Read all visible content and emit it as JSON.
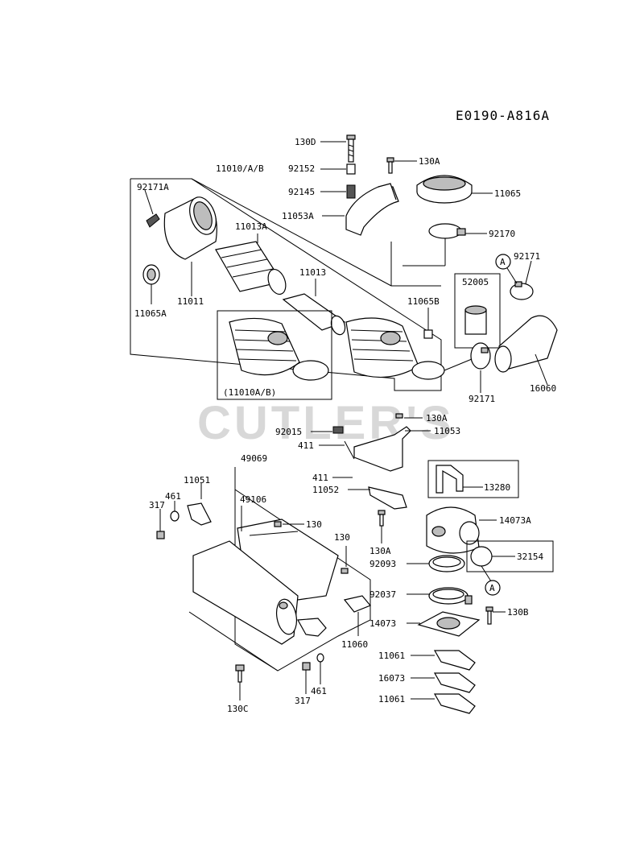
{
  "diagram_code": "E0190-A816A",
  "watermark": "CUTLER'S",
  "parts": {
    "p130D": "130D",
    "p92152": "92152",
    "p92145": "92145",
    "p130A_top": "130A",
    "p11065": "11065",
    "p11053A": "11053A",
    "p92170": "92170",
    "p11010AB": "11010/A/B",
    "p92171A": "92171A",
    "p11013A": "11013A",
    "p11013": "11013",
    "p11065A": "11065A",
    "p11011": "11011",
    "p11065B": "11065B",
    "p52005": "52005",
    "p92171_top": "92171",
    "callout_A_top": "A",
    "p16060": "16060",
    "p92171_mid": "92171",
    "inset_label": "(11010A/B)",
    "p130A_mid": "130A",
    "p11053": "11053",
    "p92015": "92015",
    "p411_a": "411",
    "p411_b": "411",
    "p11052": "11052",
    "p13280": "13280",
    "p130A_low": "130A",
    "p14073A": "14073A",
    "p49069": "49069",
    "p49106": "49106",
    "p11051": "11051",
    "p461_top": "461",
    "p317_top": "317",
    "p130_a": "130",
    "p130_b": "130",
    "p92093": "92093",
    "p32154": "32154",
    "callout_A_low": "A",
    "p92037": "92037",
    "p130B": "130B",
    "p14073": "14073",
    "p11060": "11060",
    "p11061_a": "11061",
    "p16073": "16073",
    "p11061_b": "11061",
    "p130C": "130C",
    "p317_low": "317",
    "p461_low": "461"
  }
}
